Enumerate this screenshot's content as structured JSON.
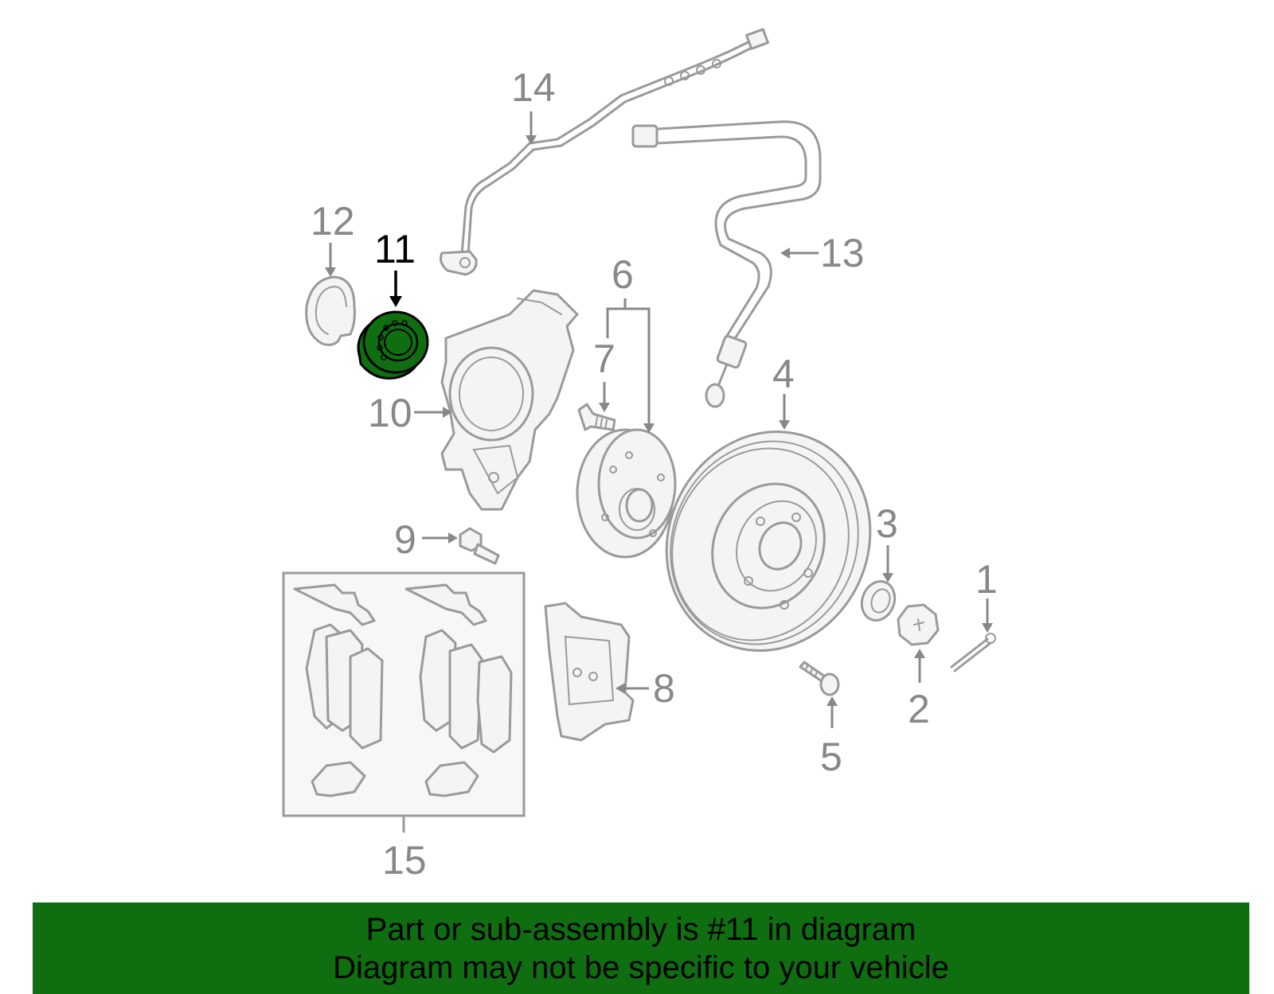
{
  "diagram": {
    "callouts": [
      {
        "id": "1",
        "label": "1"
      },
      {
        "id": "2",
        "label": "2"
      },
      {
        "id": "3",
        "label": "3"
      },
      {
        "id": "4",
        "label": "4"
      },
      {
        "id": "5",
        "label": "5"
      },
      {
        "id": "6",
        "label": "6"
      },
      {
        "id": "7",
        "label": "7"
      },
      {
        "id": "8",
        "label": "8"
      },
      {
        "id": "9",
        "label": "9"
      },
      {
        "id": "10",
        "label": "10"
      },
      {
        "id": "11",
        "label": "11"
      },
      {
        "id": "12",
        "label": "12"
      },
      {
        "id": "13",
        "label": "13"
      },
      {
        "id": "14",
        "label": "14"
      },
      {
        "id": "15",
        "label": "15"
      }
    ],
    "highlighted_part": "11",
    "highlight_color": "#0f6e10",
    "part_line_color": "#9a9a9a"
  },
  "banner": {
    "line1": "Part or sub-assembly is #11 in diagram",
    "line2": "Diagram may not be specific to your vehicle",
    "background": "#0f6e10"
  }
}
